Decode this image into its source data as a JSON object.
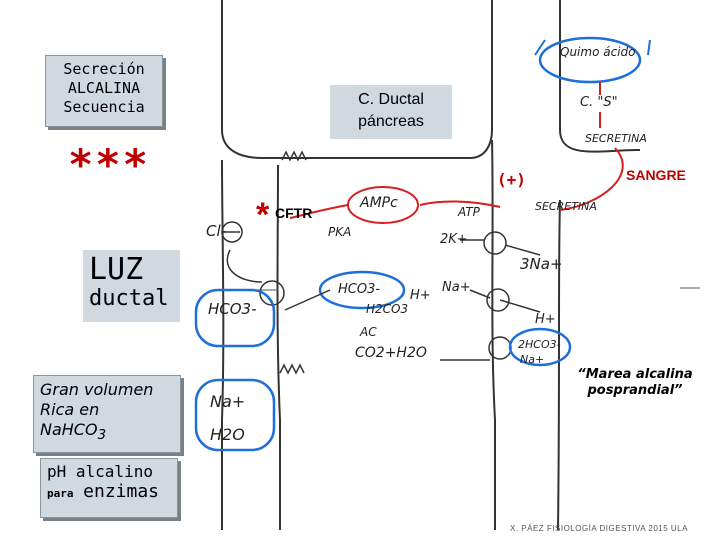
{
  "title": {
    "line1": "Secreción",
    "line2": "ALCALINA",
    "line3": "Secuencia"
  },
  "ductal": {
    "line1": "C. Ductal",
    "line2": "páncreas"
  },
  "stars": "***",
  "cftr_star": "*",
  "cftr": "CFTR",
  "plus": "(+)",
  "sangre": "SANGRE",
  "luz": {
    "big": "LUZ",
    "small": "ductal"
  },
  "gran": {
    "line1": "Gran volumen",
    "line2": "Rica en",
    "line3": "NaHCO",
    "sub": "3"
  },
  "ph": {
    "line1": "pH alcalino",
    "para": "para",
    "enzimas": "enzimas"
  },
  "marea": {
    "line1": "“Marea alcalina",
    "line2": "posprandial”"
  },
  "footer": "X. PÁEZ  FISIOLOGÍA DIGESTIVA 2015 ULA",
  "handwritten": {
    "gastric_acid": "Quimo ácido",
    "c_s": "C. \"S\"",
    "secretina_top": "SECRETINA",
    "secretina_receptor": "SECRETINA",
    "ampc": "AMPc",
    "pka": "PKA",
    "atp": "ATP",
    "k2": "2K+",
    "na3": "3Na+",
    "cl": "Cl-",
    "hco3_cell": "HCO3-",
    "h2co3": "H2CO3",
    "h_plus": "H+",
    "na_plus": "Na+",
    "h_plus_right": "H+",
    "ac": "AC",
    "co2_h2o": "CO2+H2O",
    "nahco3_right": "2HCO3-",
    "na_plus_in": "Na+",
    "lumen_hco3": "HCO3-",
    "lumen_na": "Na+",
    "lumen_h2o": "H2O"
  }
}
